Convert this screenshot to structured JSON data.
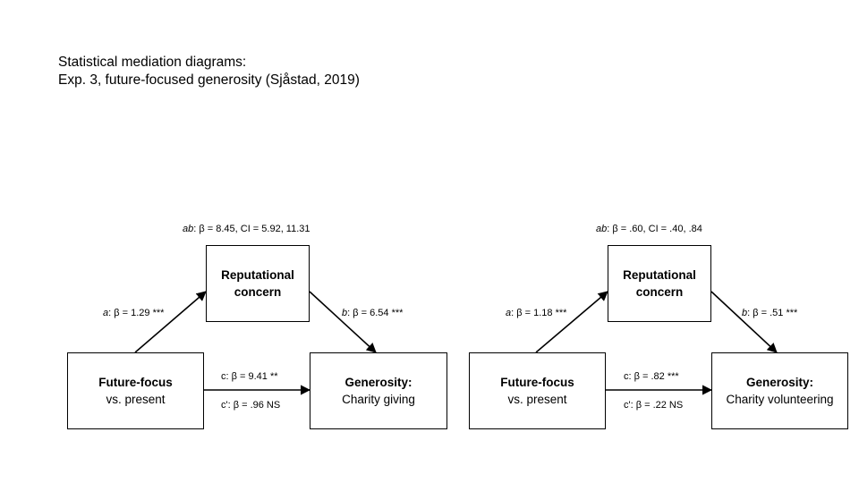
{
  "title": {
    "line1": "Statistical mediation diagrams:",
    "line2": "Exp. 3, future-focused generosity (Sjåstad, 2019)"
  },
  "diagrams": [
    {
      "ab_letters": "ab",
      "ab_text": ": β = 8.45, CI = 5.92, 11.31",
      "a_letter": "a",
      "a_text": ": β = 1.29 ***",
      "b_letter": "b",
      "b_text": ": β = 6.54 ***",
      "c_text": "c: β = 9.41 **",
      "cprime_text": "c': β = .96 NS",
      "mediator": {
        "line1": "Reputational",
        "line2": "concern"
      },
      "predictor": {
        "line1": "Future-focus",
        "line2": "vs. present"
      },
      "outcome": {
        "line1": "Generosity:",
        "line2": "Charity giving"
      }
    },
    {
      "ab_letters": "ab",
      "ab_text": ": β = .60, CI = .40, .84",
      "a_letter": "a",
      "a_text": ": β = 1.18 ***",
      "b_letter": "b",
      "b_text": ": β = .51 ***",
      "c_text": "c: β = .82 ***",
      "cprime_text": "c': β = .22 NS",
      "mediator": {
        "line1": "Reputational",
        "line2": "concern"
      },
      "predictor": {
        "line1": "Future-focus",
        "line2": "vs. present"
      },
      "outcome": {
        "line1": "Generosity:",
        "line2": "Charity volunteering"
      }
    }
  ],
  "colors": {
    "ink": "#000000",
    "background": "#ffffff"
  }
}
